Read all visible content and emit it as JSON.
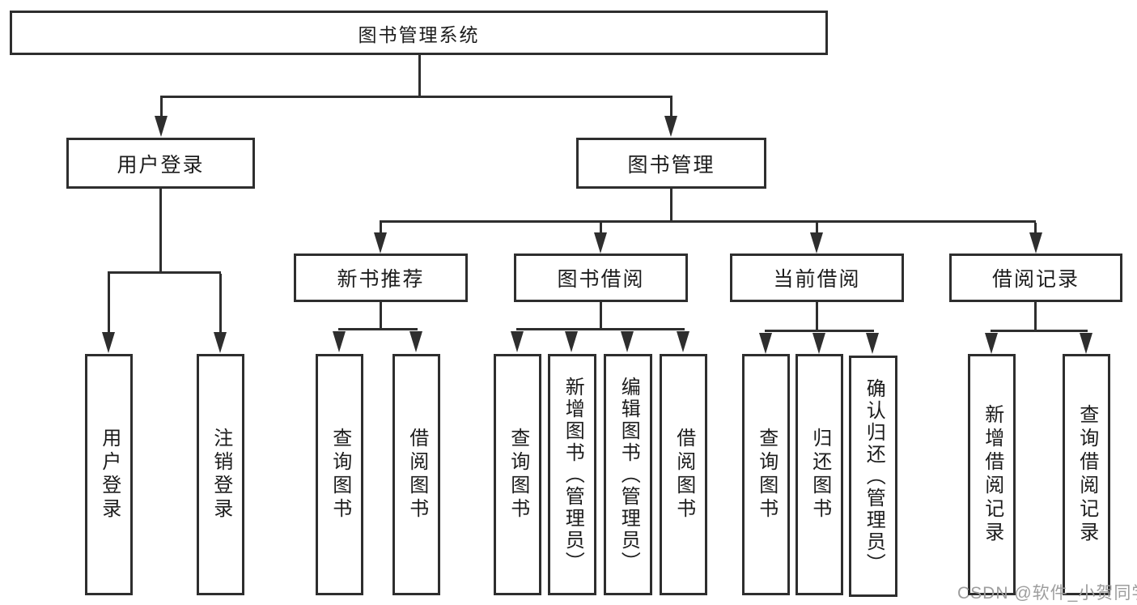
{
  "colors": {
    "line": "#2e2e2e",
    "watermark": "#9d9d9d",
    "background": "#ffffff"
  },
  "watermark": "CSDN @软件_小贺同学",
  "nodes": {
    "root": "图书管理系统",
    "user_login": "用户登录",
    "book_mgmt": "图书管理",
    "new_book_rec": "新书推荐",
    "book_borrow": "图书借阅",
    "current_borrow": "当前借阅",
    "borrow_records": "借阅记录",
    "ul_user_login": "用户登录",
    "ul_logout": "注销登录",
    "nb_query_books": "查询图书",
    "nb_borrow_books": "借阅图书",
    "bb_query_books": "查询图书",
    "bb_add_books": "新增图书（管理员）",
    "bb_edit_books": "编辑图书（管理员）",
    "bb_borrow_books": "借阅图书",
    "cb_query_books": "查询图书",
    "cb_return_books": "归还图书",
    "cb_confirm_return": "确认归还（管理员）",
    "br_add_record": "新增借阅记录",
    "br_query_record": "查询借阅记录"
  }
}
